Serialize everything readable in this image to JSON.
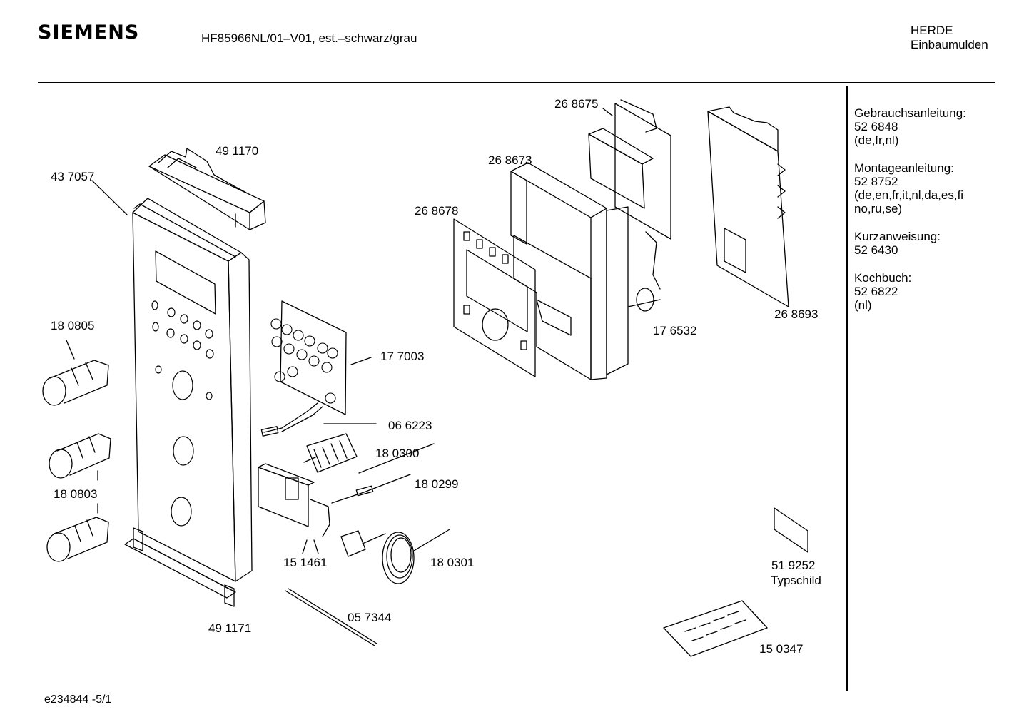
{
  "header": {
    "brand": "SIEMENS",
    "model": "HF85966NL/01–V01,  est.–schwarz/grau",
    "category_line1": "HERDE",
    "category_line2": "Einbaumulden"
  },
  "sidebar": {
    "documents": [
      {
        "title": "Gebrauchsanleitung:",
        "number": "52 6848",
        "languages": "(de,fr,nl)"
      },
      {
        "title": "Montageanleitung:",
        "number": "52 8752",
        "languages": "(de,en,fr,it,nl,da,es,fi no,ru,se)"
      },
      {
        "title": "Kurzanweisung:",
        "number": "52 6430",
        "languages": ""
      },
      {
        "title": "Kochbuch:",
        "number": "52 6822",
        "languages": "(nl)"
      }
    ]
  },
  "parts": {
    "p268675": "26 8675",
    "p491170": "49 1170",
    "p437057": "43 7057",
    "p268673": "26 8673",
    "p268678": "26 8678",
    "p268693": "26 8693",
    "p176532": "17 6532",
    "p180805": "18 0805",
    "p177003": "17 7003",
    "p066223": "06 6223",
    "p180300": "18 0300",
    "p180299": "18 0299",
    "p180803": "18 0803",
    "p151461": "15 1461",
    "p180301": "18 0301",
    "p519252": "51 9252",
    "typschild": "Typschild",
    "p057344": "05 7344",
    "p491171": "49 1171",
    "p150347": "15 0347"
  },
  "footer": {
    "drawing_id": "e234844 -5/1"
  }
}
